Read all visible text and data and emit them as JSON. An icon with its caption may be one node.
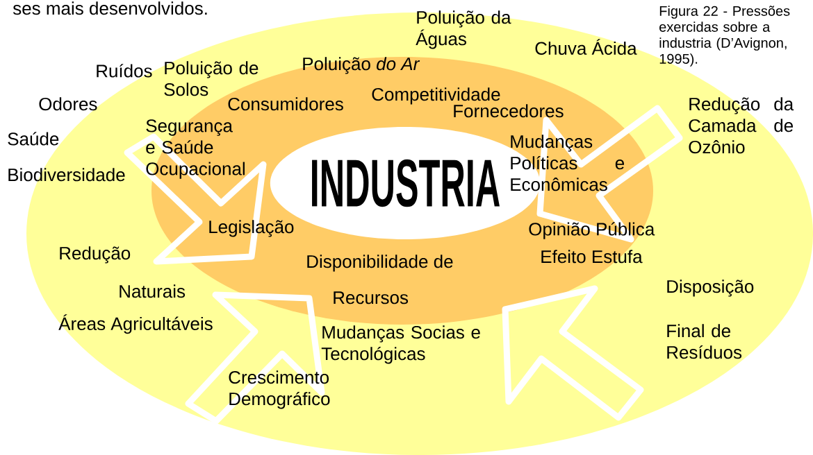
{
  "diagram": {
    "caption": "Figura 22 - Pressões exercidas sobre a industria (D’Avignon, 1995).",
    "nodes": [
      {
        "text": [
          "INDUSTRIA"
        ]
      }
    ],
    "labels": [
      "ses mais desenvolvidos.",
      "Poluição da Águas",
      "Chuva Ácida",
      "Poluição *do Ar*",
      "Ruídos",
      "Poluição de Solos",
      "Competitividade",
      "Redução da Camada de Ozônio",
      "Odores",
      "Consumidores",
      "Fornecedores",
      "Segurança e Saúde Ocupacional",
      "Saúde",
      "Mudanças Políticas e Econômicas",
      "Biodiversidade",
      "Legislação",
      "Opinião Pública",
      "Redução",
      "Efeito Estufa",
      "Disponibilidade de",
      "Disposição",
      "Recursos",
      "Naturais",
      "Áreas Agricultáveis",
      "Final de Resíduos",
      "Mudanças Socias e Tecnológicas",
      "Crescimento Demográfico"
    ]
  }
}
